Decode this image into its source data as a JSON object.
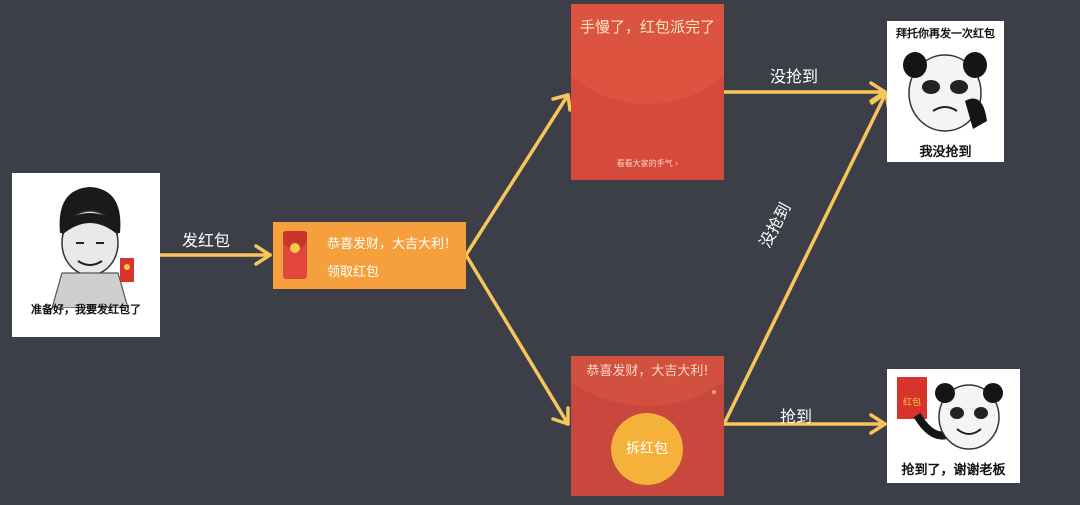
{
  "nodes": {
    "sender": {
      "caption": "准备好，我要发红包了"
    },
    "packet": {
      "title": "恭喜发财，大吉大利！",
      "action": "领取红包"
    },
    "miss_screen": {
      "title": "手慢了，红包派完了",
      "link": "看看大家的手气"
    },
    "open_screen": {
      "title": "恭喜发财，大吉大利!",
      "button": "拆红包"
    },
    "missed_meme": {
      "top_caption": "拜托你再发一次红包",
      "bottom_caption": "我没抢到"
    },
    "got_meme": {
      "caption": "抢到了，谢谢老板",
      "packet_text": "红包"
    }
  },
  "edges": {
    "send": "发红包",
    "miss_top": "没抢到",
    "miss_diag": "没抢到",
    "got": "抢到"
  },
  "colors": {
    "background": "#3c3f48",
    "arrow": "#f8c55a",
    "packet_card": "#f5a03c",
    "red_screen": "#d54a3a",
    "open_button": "#f4b23a"
  }
}
